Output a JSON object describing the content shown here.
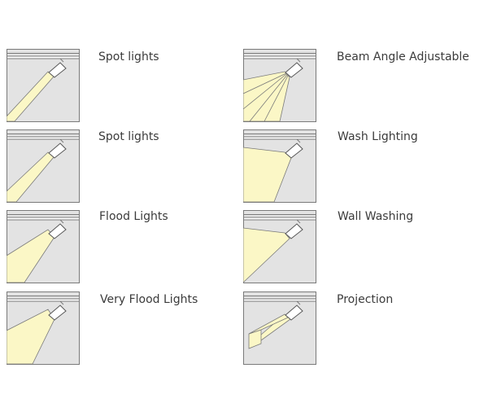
{
  "colors": {
    "panel": "#e3e3e3",
    "border": "#7a7a7a",
    "beam": "#fbf7c6",
    "fixture": "#ffffff"
  },
  "items": [
    {
      "label": "Spot lights",
      "icon": "spot-light-narrow-icon"
    },
    {
      "label": "Beam Angle Adjustable",
      "icon": "beam-angle-adjustable-icon"
    },
    {
      "label": "Spot lights",
      "icon": "spot-light-icon"
    },
    {
      "label": "Wash Lighting",
      "icon": "wash-lighting-icon"
    },
    {
      "label": "Flood Lights",
      "icon": "flood-light-icon"
    },
    {
      "label": "Wall Washing",
      "icon": "wall-washing-icon"
    },
    {
      "label": "Very Flood Lights",
      "icon": "very-flood-light-icon"
    },
    {
      "label": "Projection",
      "icon": "projection-icon"
    }
  ]
}
